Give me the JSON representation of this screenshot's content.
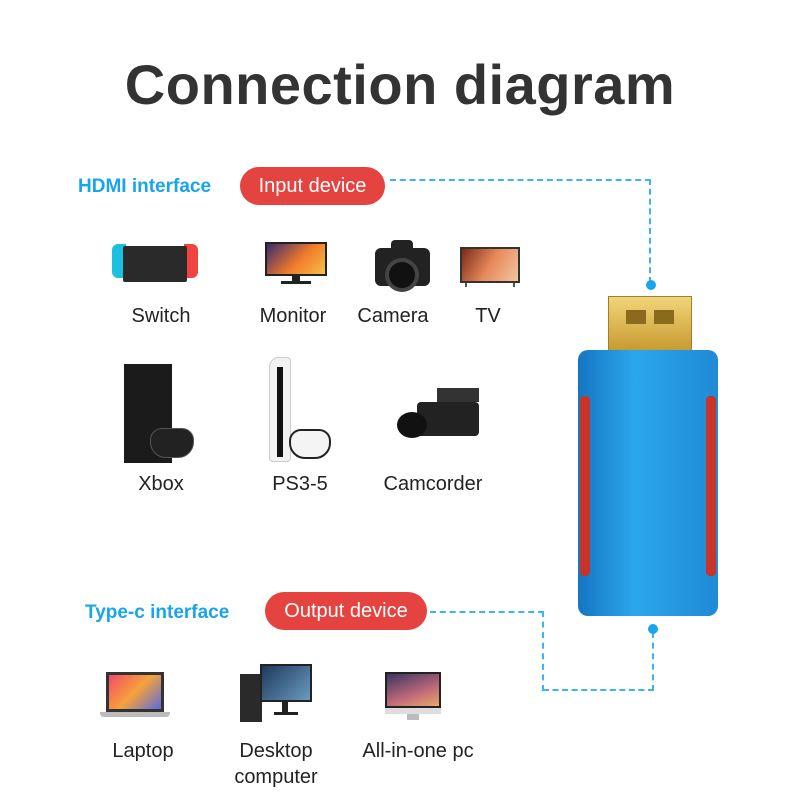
{
  "title": "Connection diagram",
  "input": {
    "interface": "HDMI interface",
    "badge": "Input device",
    "devices": [
      {
        "label": "Switch"
      },
      {
        "label": "Monitor"
      },
      {
        "label": "Camera"
      },
      {
        "label": "TV"
      },
      {
        "label": "Xbox"
      },
      {
        "label": "PS3-5"
      },
      {
        "label": "Camcorder"
      }
    ]
  },
  "output": {
    "interface": "Type-c interface",
    "badge": "Output device",
    "devices": [
      {
        "label": "Laptop"
      },
      {
        "label": "Desktop",
        "label2": "computer"
      },
      {
        "label": "All-in-one pc"
      }
    ]
  },
  "colors": {
    "accent": "#19a4ee",
    "badge": "#e4433f",
    "adapter": "#1e8fd8",
    "plug": "#d9b04a"
  }
}
